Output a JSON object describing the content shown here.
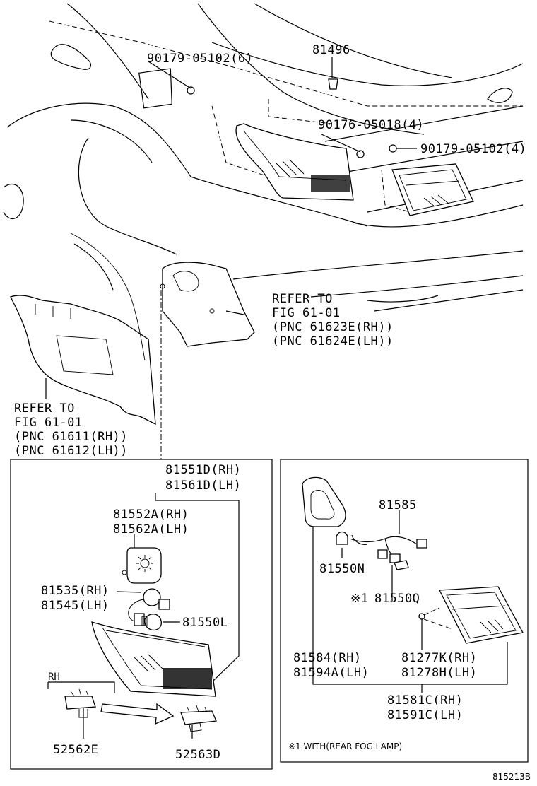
{
  "labels": {
    "p90179_05102_6": "90179-05102(6)",
    "p81496": "81496",
    "p90176_05018_4": "90176-05018(4)",
    "p90179_05102_4": "90179-05102(4)",
    "ref1_line1": "REFER TO",
    "ref1_line2": "FIG 61-01",
    "ref1_line3": "(PNC 61623E(RH))",
    "ref1_line4": "(PNC 61624E(LH))",
    "ref2_line1": "REFER TO",
    "ref2_line2": "FIG 61-01",
    "ref2_line3": "(PNC 61611(RH))",
    "ref2_line4": "(PNC 61612(LH))",
    "p81551D": "81551D(RH)",
    "p81561D": "81561D(LH)",
    "p81552A": "81552A(RH)",
    "p81562A": "81562A(LH)",
    "p81535": "81535(RH)",
    "p81545": "81545(LH)",
    "p81550L": "81550L",
    "rh": "RH",
    "p52562E": "52562E",
    "p52563D": "52563D",
    "p81585": "81585",
    "p81550N": "81550N",
    "p81550Q_mark": "※1",
    "p81550Q": "81550Q",
    "p81584": "81584(RH)",
    "p81594A": "81594A(LH)",
    "p81277K": "81277K(RH)",
    "p81278H": "81278H(LH)",
    "p81581C": "81581C(RH)",
    "p81591C": "81591C(LH)",
    "note": "※1 WITH(REAR FOG LAMP)",
    "diagram_id": "815213B"
  }
}
